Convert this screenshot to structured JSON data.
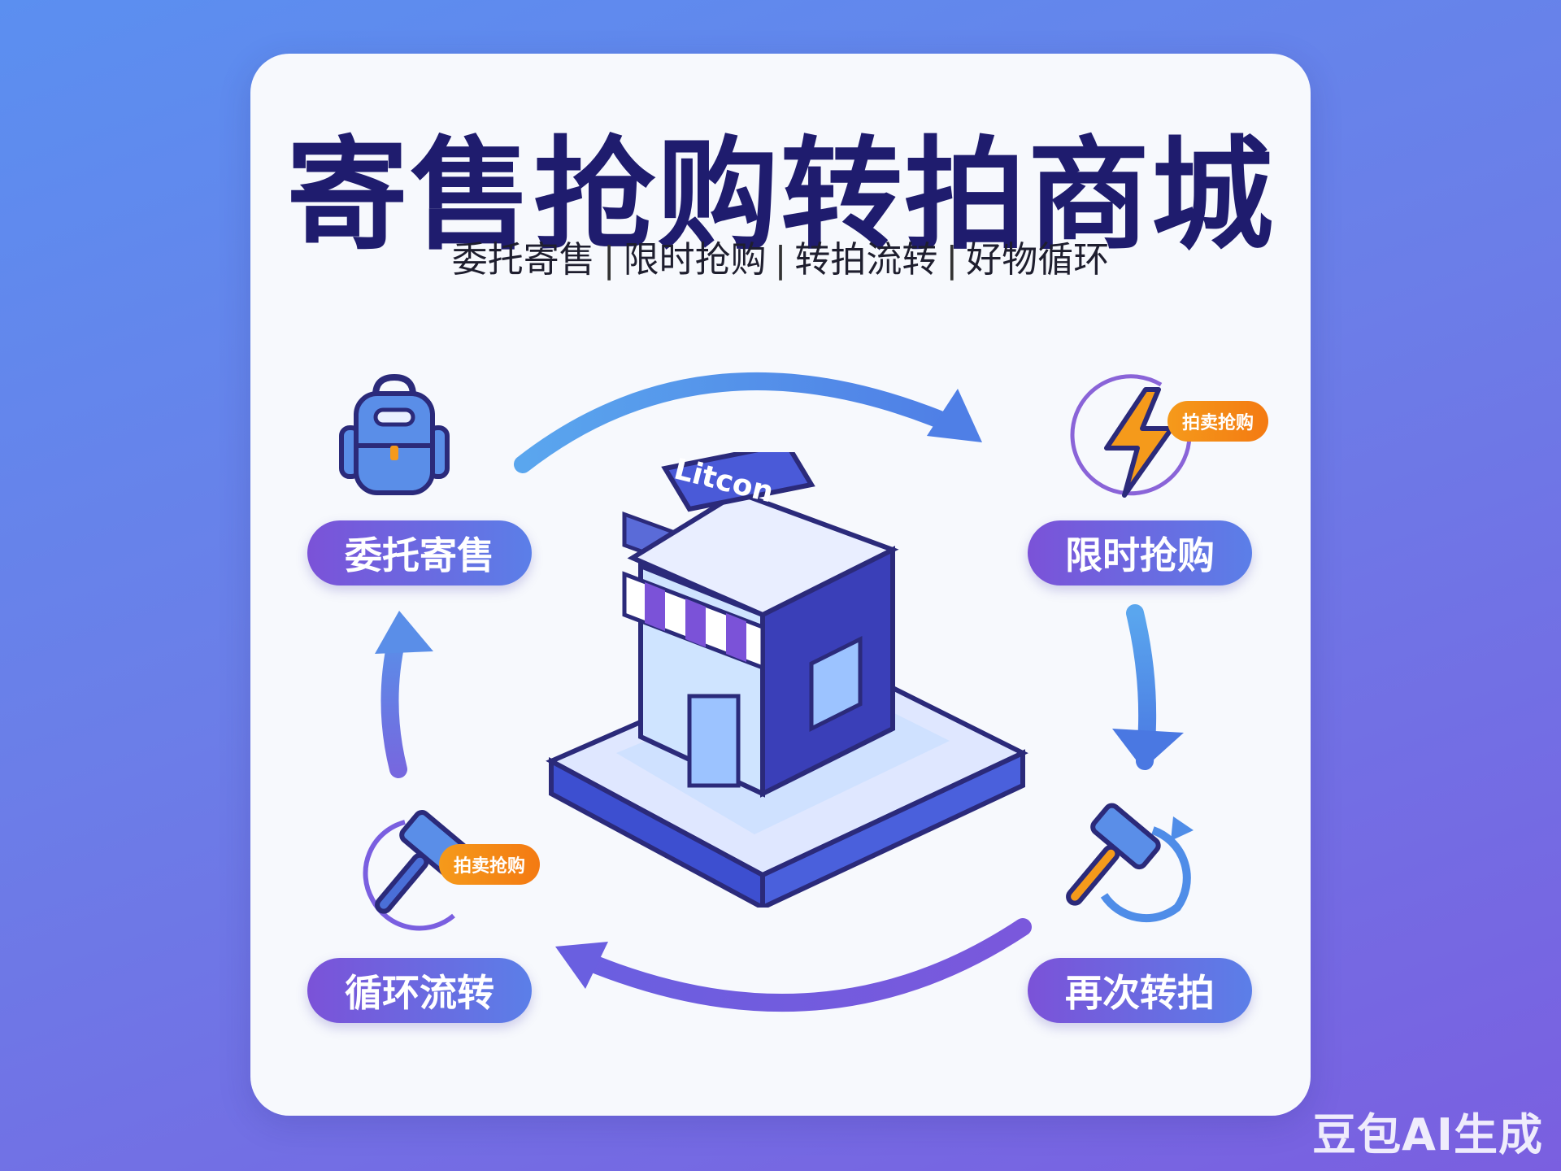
{
  "title": "寄售抢购转拍商城",
  "subtitle": [
    "委托寄售",
    "限时抢购",
    "转拍流转",
    "好物循环"
  ],
  "subtitle_separator": "|",
  "steps": [
    {
      "label": "委托寄售",
      "icon": "backpack-icon"
    },
    {
      "label": "限时抢购",
      "icon": "lightning-icon"
    },
    {
      "label": "再次转拍",
      "icon": "auction-hammer-icon"
    },
    {
      "label": "循环流转",
      "icon": "auction-hammer-icon"
    }
  ],
  "badges": {
    "top_right": "拍卖抢购",
    "bottom_left": "拍卖抢购"
  },
  "store_sign": "Litcon",
  "watermark": "豆包AI生成",
  "colors": {
    "title": "#1f1c6e",
    "pill_start": "#7b52d8",
    "pill_end": "#5b7fe8",
    "badge": "#f5901a",
    "arrow_blue": "#4f8de8",
    "arrow_purple": "#7a5fe0"
  }
}
